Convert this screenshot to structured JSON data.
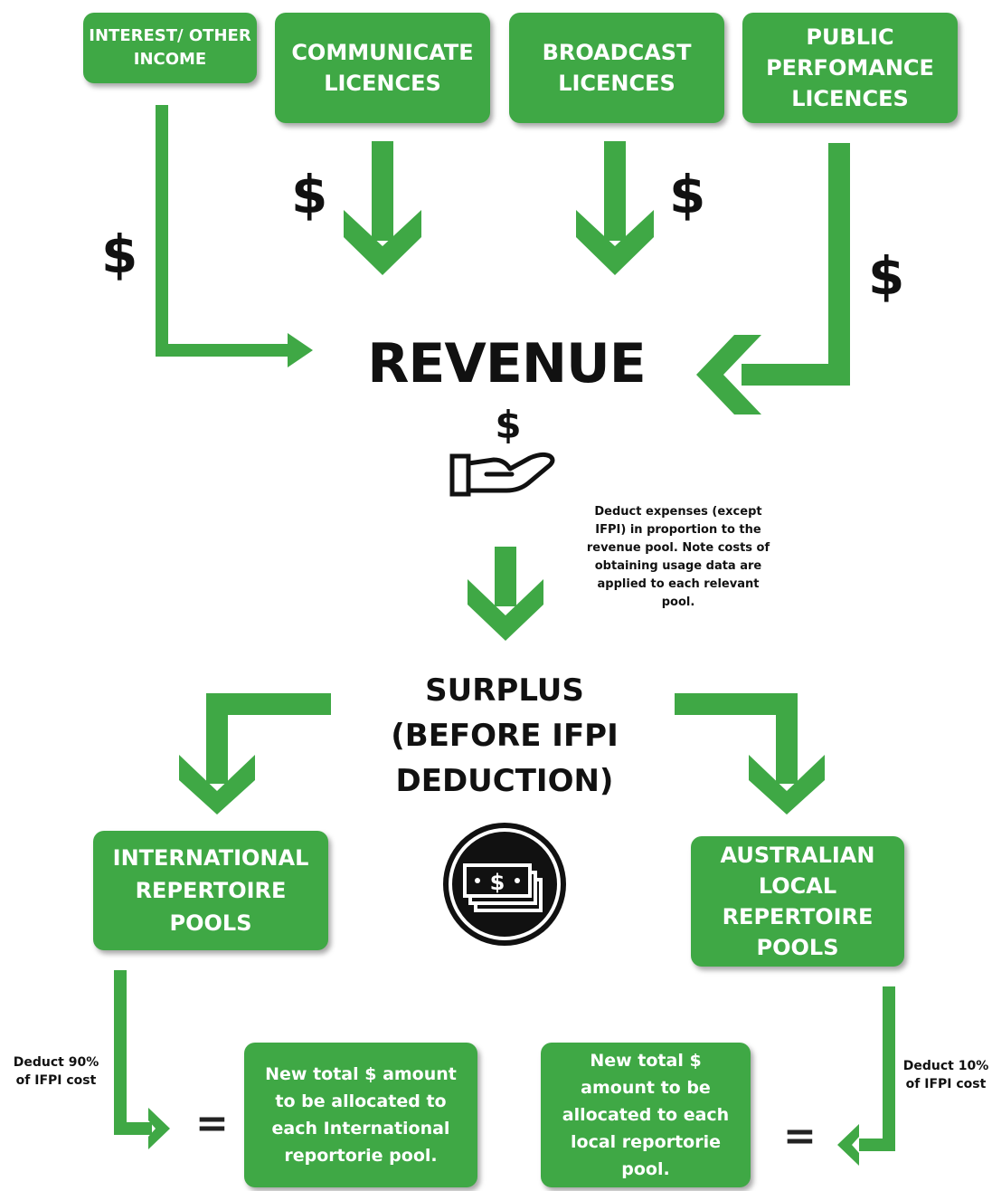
{
  "sources": {
    "interest": "INTEREST/ OTHER INCOME",
    "communicate": "COMMUNICATE LICENCES",
    "broadcast": "BROADCAST LICENCES",
    "public": "PUBLIC PERFOMANCE LICENCES"
  },
  "dollar_symbol": "$",
  "revenue": "REVENUE",
  "deduct_note": "Deduct expenses (except IFPI) in proportion to the revenue pool. Note costs of obtaining usage data are applied to each relevant pool.",
  "surplus": "SURPLUS (BEFORE IFPI DEDUCTION)",
  "international_pool": "INTERNATIONAL REPERTOIRE POOLS",
  "australian_pool": "AUSTRALIAN LOCAL REPERTOIRE POOLS",
  "deduct_90": "Deduct 90% of IFPI cost",
  "deduct_10": "Deduct 10% of IFPI cost",
  "equals": "=",
  "result_international": "New total $ amount to be allocated to each International reportorie pool.",
  "result_local": "New total $ amount to be allocated to each local reportorie pool.",
  "colors": {
    "accent": "#3fa845",
    "text": "#111111"
  },
  "icons": [
    "hand-money-icon",
    "cash-coin-icon"
  ]
}
